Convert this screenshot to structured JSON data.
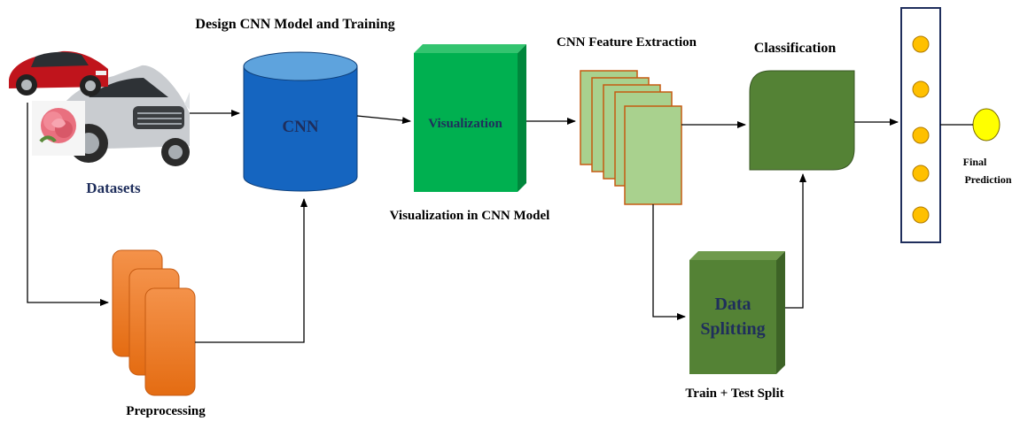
{
  "labels": {
    "design_title": "Design CNN Model and Training",
    "cnn": "CNN",
    "visualization": "Visualization",
    "visualization_caption": "Visualization in CNN Model",
    "feature_extraction": "CNN Feature Extraction",
    "classification": "Classification",
    "datasets": "Datasets",
    "preprocessing": "Preprocessing",
    "data_splitting_line1": "Data",
    "data_splitting_line2": "Splitting",
    "train_test": "Train + Test Split",
    "final_line1": "Final",
    "final_line2": "Prediction"
  },
  "colors": {
    "cylinder": "#1565c0",
    "cylinder_top": "#5ea3dd",
    "visualization_box": "#00b050",
    "feature_maps": "#a9d18e",
    "feature_map_border": "#c55a11",
    "classification_box": "#548235",
    "preprocessing": "#ed7d31",
    "neuron": "#ffc000",
    "final_neuron": "#ffff00"
  }
}
